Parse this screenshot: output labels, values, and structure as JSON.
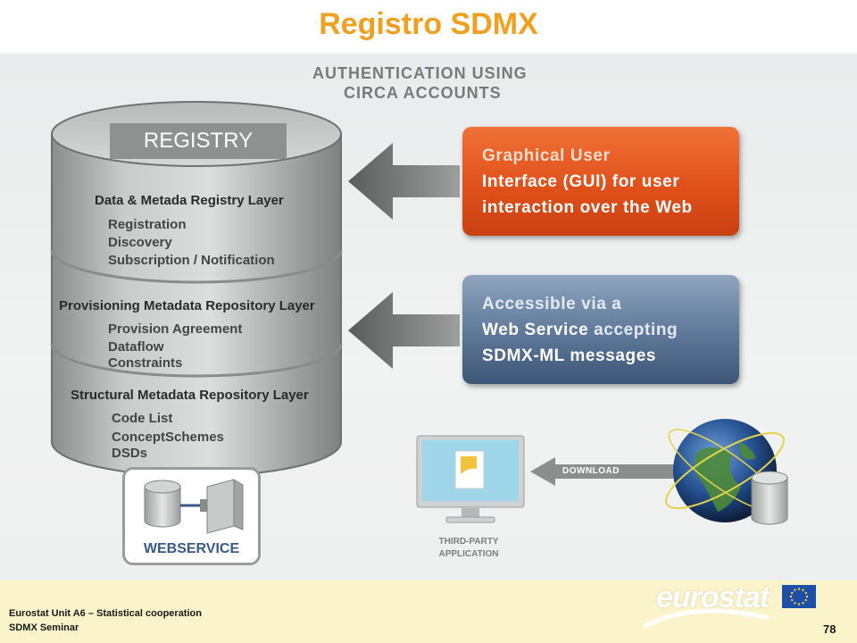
{
  "slide": {
    "title": "Registro SDMX",
    "page_number": "78"
  },
  "auth": {
    "line1": "AUTHENTICATION USING",
    "line2": "CIRCA ACCOUNTS"
  },
  "registry": {
    "label": "REGISTRY",
    "layers": [
      {
        "title": "Data & Metada Registry Layer",
        "items": [
          "Registration",
          "Discovery",
          "Subscription / Notification"
        ]
      },
      {
        "title": "Provisioning Metadata Repository Layer",
        "items": [
          "Provision Agreement",
          "Dataflow",
          "Constraints"
        ]
      },
      {
        "title": "Structural Metadata Repository Layer",
        "items": [
          "Code List",
          "ConceptSchemes",
          "DSDs"
        ]
      }
    ]
  },
  "gui_box": {
    "line1_a": "Graphical",
    "line1_b": " User",
    "line2_a": "Interface",
    "line2_b": " (GUI) for user",
    "line3": "interaction over the Web"
  },
  "ws_box": {
    "line1": "Accessible via a",
    "line2_a": "Web Service",
    "line2_b": " accepting",
    "line3": "SDMX-ML messages"
  },
  "webservice": {
    "label": "WEBSERVICE"
  },
  "third_party": {
    "line1": "THIRD-PARTY",
    "line2": "APPLICATION"
  },
  "download": {
    "label": "DOWNLOAD"
  },
  "footer": {
    "line1": "Eurostat Unit  A6 – Statistical cooperation",
    "line2": "SDMX Seminar",
    "logo_text": "eurostat"
  },
  "colors": {
    "title": "#f0a020",
    "gui_box": "#e0501a",
    "ws_box": "#5d7798",
    "footer_bg": "#fbf3c9",
    "eu_flag": "#1d4fa6"
  }
}
